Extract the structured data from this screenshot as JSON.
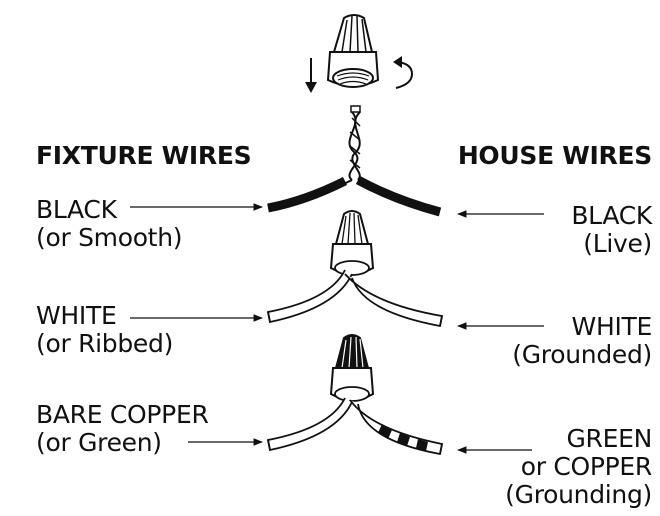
{
  "headers": {
    "fixture": "FIXTURE WIRES",
    "house": "HOUSE WIRES"
  },
  "fixture_labels": [
    {
      "line1": "BLACK",
      "line2": "(or Smooth)"
    },
    {
      "line1": "WHITE",
      "line2": "(or Ribbed)"
    },
    {
      "line1": "BARE COPPER",
      "line2": "(or Green)"
    }
  ],
  "house_labels": [
    {
      "line1": "BLACK",
      "line2": "(Live)"
    },
    {
      "line1": "WHITE",
      "line2": "(Grounded)"
    },
    {
      "line1": "GREEN",
      "line2": "or COPPER",
      "line3": "(Grounding)"
    }
  ],
  "colors": {
    "ink": "#111111",
    "background": "#ffffff"
  }
}
